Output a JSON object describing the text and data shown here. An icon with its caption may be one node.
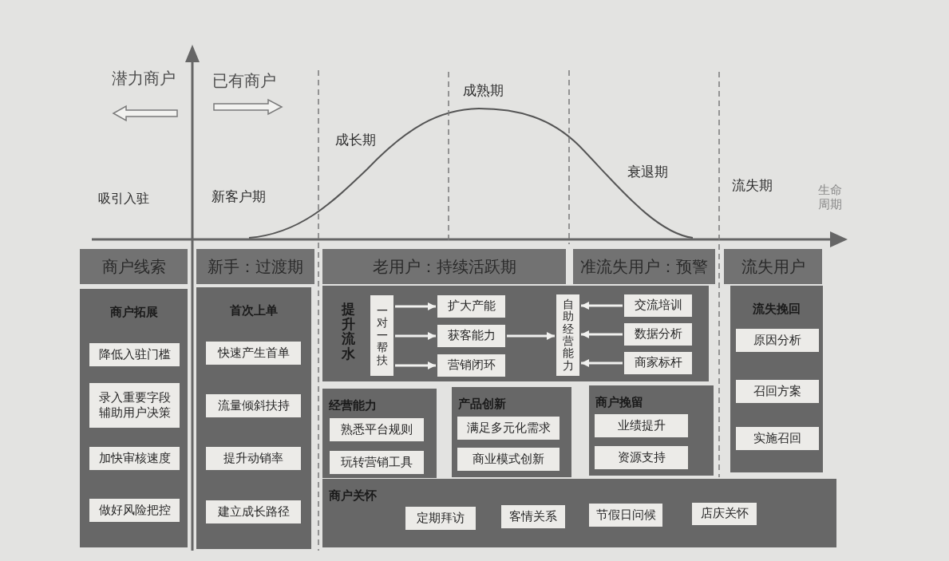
{
  "diagram": {
    "nodes": [
      {
        "text": [
          "商户线索"
        ]
      },
      {
        "text": [
          "新手：过渡期"
        ]
      },
      {
        "text": [
          "老用户：持续活跃期"
        ]
      },
      {
        "text": [
          "准流失用户：预警"
        ]
      },
      {
        "text": [
          "流失用户"
        ]
      },
      {
        "text": [
          "商户拓展"
        ]
      },
      {
        "text": [
          "降低入驻门槛"
        ],
        "in": 5
      },
      {
        "text": [
          "录入重要字段辅助用户决策"
        ],
        "in": 5
      },
      {
        "text": [
          "加快审核速度"
        ],
        "in": 5
      },
      {
        "text": [
          "做好风险把控"
        ],
        "in": 5
      },
      {
        "text": [
          "首次上单"
        ]
      },
      {
        "text": [
          "快速产生首单"
        ],
        "in": 10
      },
      {
        "text": [
          "流量倾斜扶持"
        ],
        "in": 10
      },
      {
        "text": [
          "提升动销率"
        ],
        "in": 10
      },
      {
        "text": [
          "建立成长路径"
        ],
        "in": 10
      },
      {
        "text": [
          "提升流水"
        ]
      },
      {
        "text": [
          "一对一帮扶"
        ],
        "in": 15
      },
      {
        "text": [
          "扩大产能"
        ],
        "in": 15
      },
      {
        "text": [
          "获客能力"
        ],
        "in": 15
      },
      {
        "text": [
          "营销闭环"
        ],
        "in": 15
      },
      {
        "text": [
          "自助经营能力"
        ],
        "in": 15
      },
      {
        "text": [
          "交流培训"
        ],
        "in": 15
      },
      {
        "text": [
          "数据分析"
        ],
        "in": 15
      },
      {
        "text": [
          "商家标杆"
        ],
        "in": 15
      },
      {
        "text": [
          "经营能力"
        ]
      },
      {
        "text": [
          "熟悉平台规则"
        ],
        "in": 24
      },
      {
        "text": [
          "玩转营销工具"
        ],
        "in": 24
      },
      {
        "text": [
          "产品创新"
        ]
      },
      {
        "text": [
          "满足多元化需求"
        ],
        "in": 27
      },
      {
        "text": [
          "商业模式创新"
        ],
        "in": 27
      },
      {
        "text": [
          "商户挽留"
        ]
      },
      {
        "text": [
          "业绩提升"
        ],
        "in": 30
      },
      {
        "text": [
          "资源支持"
        ],
        "in": 30
      },
      {
        "text": [
          "流失挽回"
        ]
      },
      {
        "text": [
          "原因分析"
        ],
        "in": 33
      },
      {
        "text": [
          "召回方案"
        ],
        "in": 33
      },
      {
        "text": [
          "实施召回"
        ],
        "in": 33
      },
      {
        "text": [
          "商户关怀"
        ]
      },
      {
        "text": [
          "定期拜访"
        ],
        "in": 37
      },
      {
        "text": [
          "客情关系"
        ],
        "in": 37
      },
      {
        "text": [
          "节假日问候"
        ],
        "in": 37
      },
      {
        "text": [
          "店庆关怀"
        ],
        "in": 37
      }
    ],
    "edges": [
      {
        "from": 16,
        "to": 17,
        "arrow": "to"
      },
      {
        "from": 16,
        "to": 18,
        "arrow": "to"
      },
      {
        "from": 16,
        "to": 19,
        "arrow": "to"
      },
      {
        "from": 18,
        "to": 20,
        "arrow": "to"
      },
      {
        "from": 21,
        "to": 20,
        "arrow": "to"
      },
      {
        "from": 22,
        "to": 20,
        "arrow": "to"
      },
      {
        "from": 23,
        "to": 20,
        "arrow": "to"
      }
    ],
    "labels": [
      "潜力商户",
      "已有商户",
      "成熟期",
      "成长期",
      "衰退期",
      "流失期",
      "吸引入驻",
      "新客户期",
      "生命周期"
    ]
  }
}
